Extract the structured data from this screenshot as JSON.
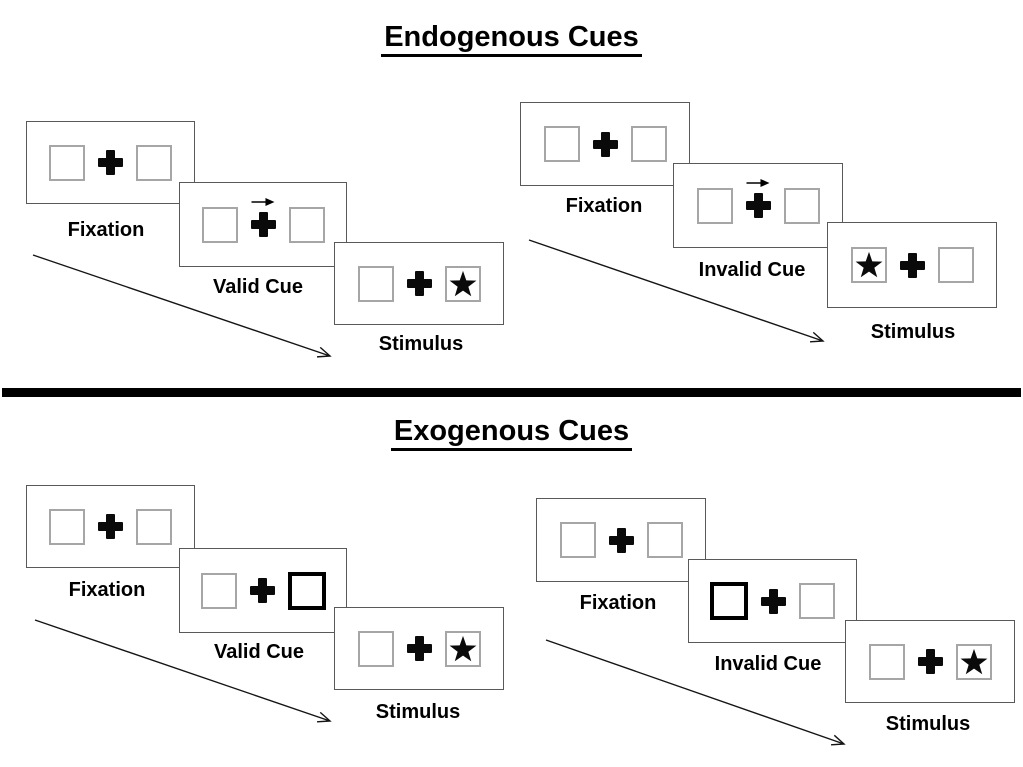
{
  "figure": {
    "background": "#ffffff",
    "divider_color": "#000000",
    "kind": "Posner cueing task schematic"
  },
  "colors": {
    "frame_border": "#595959",
    "box_border": "#a6a6a6",
    "cue_highlight_border": "#000000",
    "ink": "#0a0a0a"
  },
  "icons": {
    "fixation_cross": "heavy-plus-cross",
    "cue_arrow": "thin-right-arrow",
    "target_star": "filled-five-point-star",
    "timeline": "diagonal-down-right-arrow"
  },
  "sections": [
    {
      "title": "Endogenous Cues",
      "panels": [
        {
          "name": "valid",
          "cue_type": "central-arrow",
          "cue_direction": "right",
          "target_side": "right",
          "labels": {
            "fixation": "Fixation",
            "cue": "Valid Cue",
            "stimulus": "Stimulus"
          }
        },
        {
          "name": "invalid",
          "cue_type": "central-arrow",
          "cue_direction": "right",
          "target_side": "left",
          "labels": {
            "fixation": "Fixation",
            "cue": "Invalid Cue",
            "stimulus": "Stimulus"
          }
        }
      ]
    },
    {
      "title": "Exogenous Cues",
      "panels": [
        {
          "name": "valid",
          "cue_type": "peripheral-box-highlight",
          "cue_side": "right",
          "target_side": "right",
          "labels": {
            "fixation": "Fixation",
            "cue": "Valid Cue",
            "stimulus": "Stimulus"
          }
        },
        {
          "name": "invalid",
          "cue_type": "peripheral-box-highlight",
          "cue_side": "left",
          "target_side": "right",
          "labels": {
            "fixation": "Fixation",
            "cue": "Invalid Cue",
            "stimulus": "Stimulus"
          }
        }
      ]
    }
  ]
}
